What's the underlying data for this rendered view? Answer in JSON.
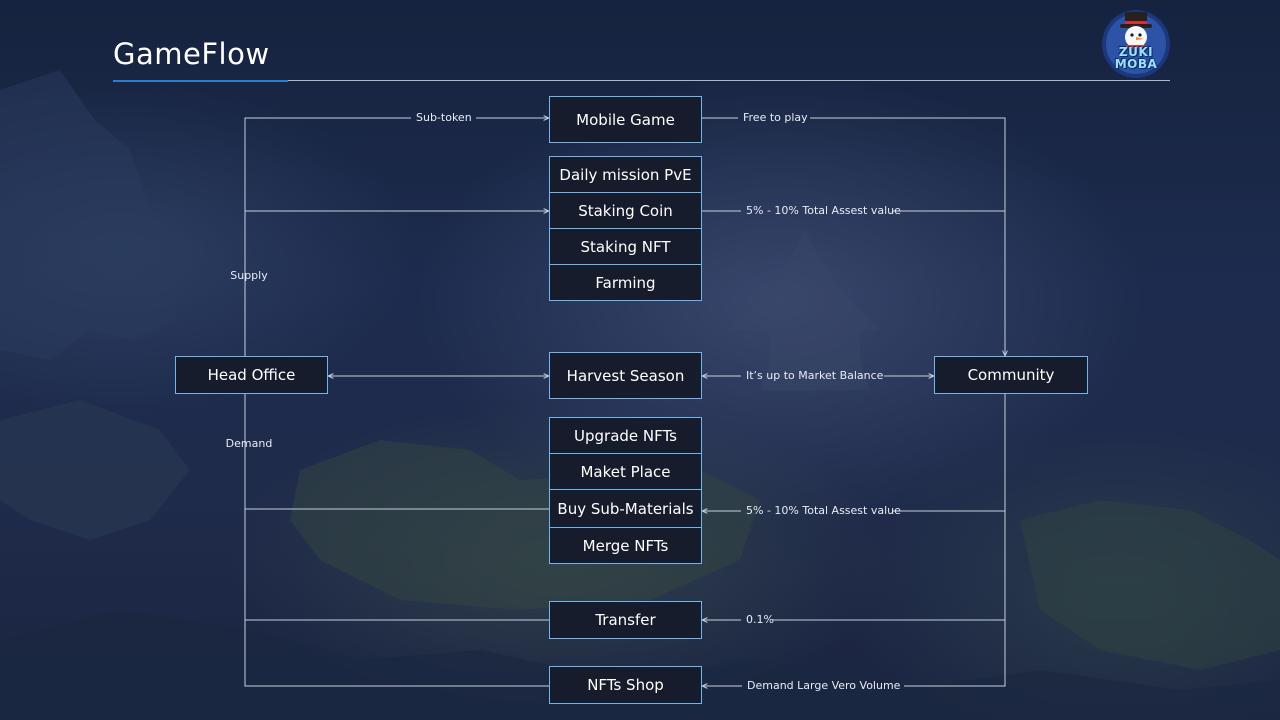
{
  "title": "GameFlow",
  "logo": {
    "text_line1": "ZUKI",
    "text_line2": "MOBA"
  },
  "colors": {
    "accent": "#2c7dd0",
    "box_border": "#6fb6ee",
    "box_fill": "#161c2b",
    "line": "#c6cfdd"
  },
  "nodes": {
    "mobile_game": "Mobile Game",
    "daily_mission": "Daily mission PvE",
    "staking_coin": "Staking Coin",
    "staking_nft": "Staking NFT",
    "farming": "Farming",
    "head_office": "Head Office",
    "harvest_season": "Harvest Season",
    "community": "Community",
    "upgrade_nfts": "Upgrade NFTs",
    "maket_place": "Maket Place",
    "buy_sub_materials": "Buy Sub-Materials",
    "merge_nfts": "Merge NFTs",
    "transfer": "Transfer",
    "nfts_shop": "NFTs Shop"
  },
  "edge_labels": {
    "sub_token": "Sub-token",
    "free_to_play": "Free to play",
    "staking_value": "5% - 10% Total Assest value",
    "supply": "Supply",
    "market_balance": "It’s up to Market Balance",
    "demand": "Demand",
    "materials_value": "5% - 10% Total Assest value",
    "transfer_fee": "0.1%",
    "demand_volume": "Demand Large Vero Volume"
  }
}
